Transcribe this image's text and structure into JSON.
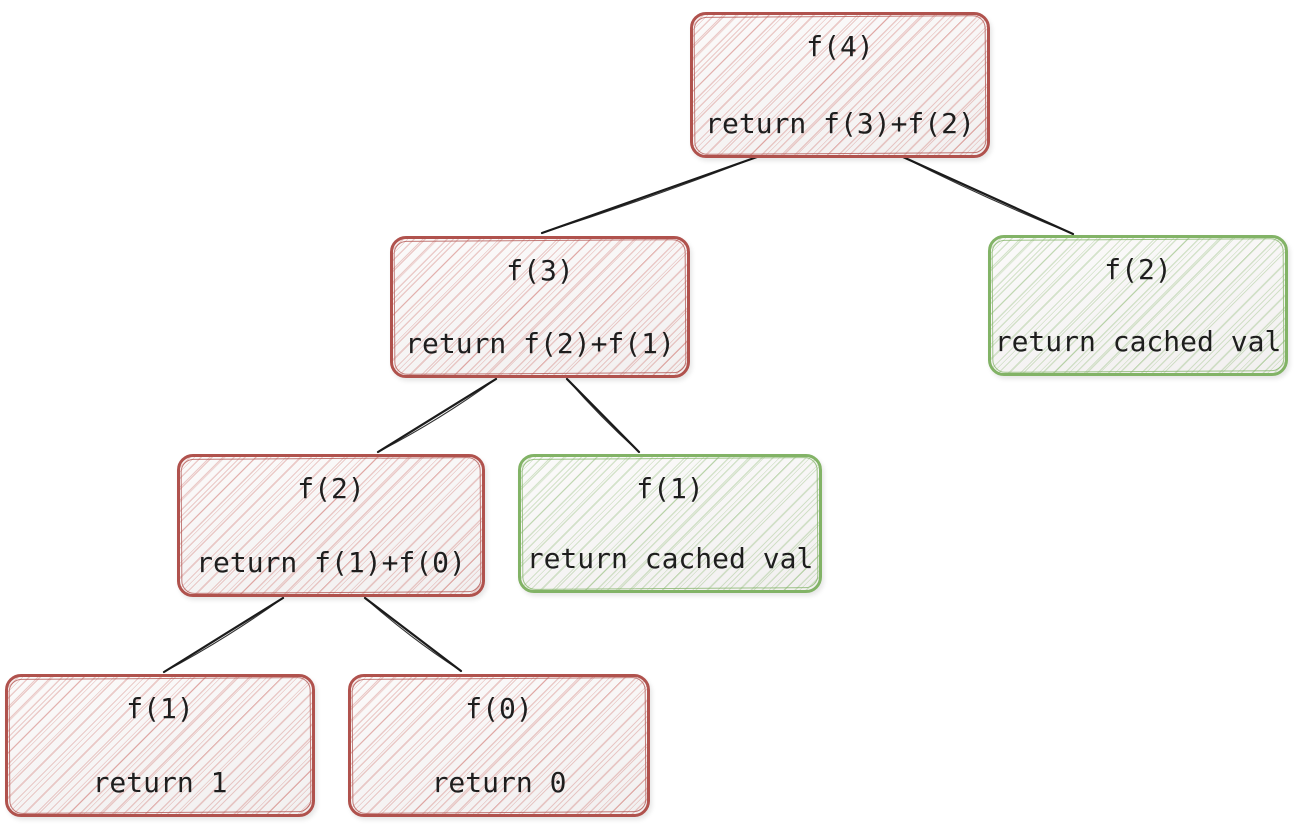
{
  "colors": {
    "red_stroke": "#b0524d",
    "red_hatch": "#c9615a4d",
    "green_stroke": "#82b366",
    "green_hatch": "#82b3664f",
    "edge_color": "#1b1b1b",
    "text_color": "#1e1e1e"
  },
  "diagram": {
    "type": "recursion-tree",
    "nodes": [
      {
        "id": "f4",
        "label": "f(4)",
        "body": "return f(3)+f(2)",
        "variant": "red",
        "meaning": "computed call"
      },
      {
        "id": "f3",
        "label": "f(3)",
        "body": "return f(2)+f(1)",
        "variant": "red",
        "meaning": "computed call"
      },
      {
        "id": "f2-cached",
        "label": "f(2)",
        "body": "return cached val",
        "variant": "green",
        "meaning": "cache hit"
      },
      {
        "id": "f2",
        "label": "f(2)",
        "body": "return f(1)+f(0)",
        "variant": "red",
        "meaning": "computed call"
      },
      {
        "id": "f1-cached",
        "label": "f(1)",
        "body": "return cached val",
        "variant": "green",
        "meaning": "cache hit"
      },
      {
        "id": "f1",
        "label": "f(1)",
        "body": "return 1",
        "variant": "red",
        "meaning": "base case"
      },
      {
        "id": "f0",
        "label": "f(0)",
        "body": "return 0",
        "variant": "red",
        "meaning": "base case"
      }
    ],
    "edges": [
      {
        "from": "f4",
        "to": "f3"
      },
      {
        "from": "f4",
        "to": "f2-cached"
      },
      {
        "from": "f3",
        "to": "f2"
      },
      {
        "from": "f3",
        "to": "f1-cached"
      },
      {
        "from": "f2",
        "to": "f1"
      },
      {
        "from": "f2",
        "to": "f0"
      }
    ]
  }
}
